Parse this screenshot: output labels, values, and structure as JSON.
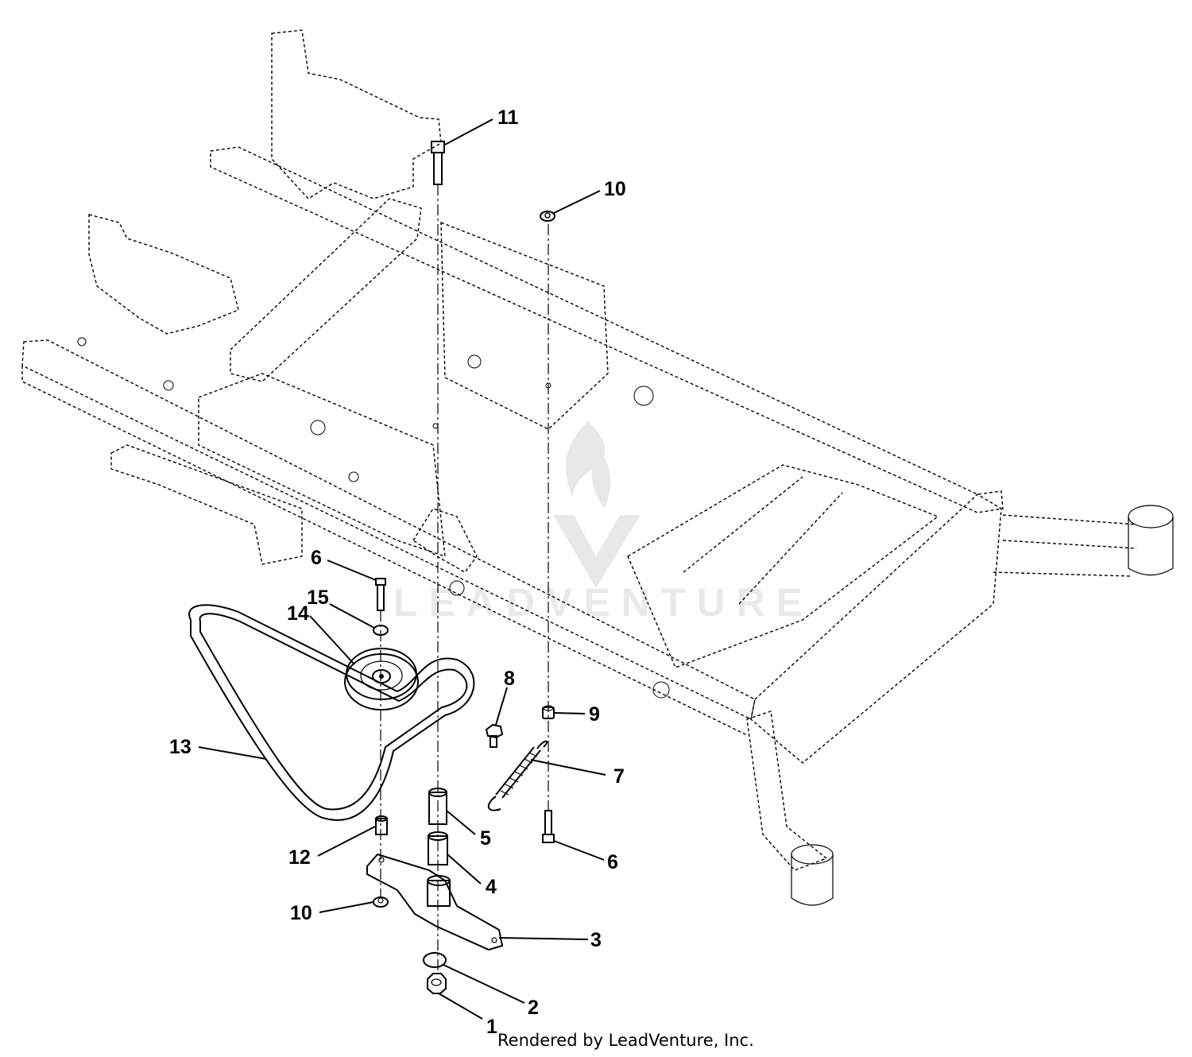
{
  "watermark": {
    "text": "LEADVENTURE"
  },
  "footer": {
    "text": "Rendered by LeadVenture, Inc."
  },
  "callouts": [
    {
      "id": "c11",
      "label": "11"
    },
    {
      "id": "c10a",
      "label": "10"
    },
    {
      "id": "c6a",
      "label": "6"
    },
    {
      "id": "c15",
      "label": "15"
    },
    {
      "id": "c14",
      "label": "14"
    },
    {
      "id": "c8",
      "label": "8"
    },
    {
      "id": "c9",
      "label": "9"
    },
    {
      "id": "c13",
      "label": "13"
    },
    {
      "id": "c7",
      "label": "7"
    },
    {
      "id": "c5",
      "label": "5"
    },
    {
      "id": "c12",
      "label": "12"
    },
    {
      "id": "c6b",
      "label": "6"
    },
    {
      "id": "c4",
      "label": "4"
    },
    {
      "id": "c10b",
      "label": "10"
    },
    {
      "id": "c3",
      "label": "3"
    },
    {
      "id": "c2",
      "label": "2"
    },
    {
      "id": "c1",
      "label": "1"
    }
  ]
}
